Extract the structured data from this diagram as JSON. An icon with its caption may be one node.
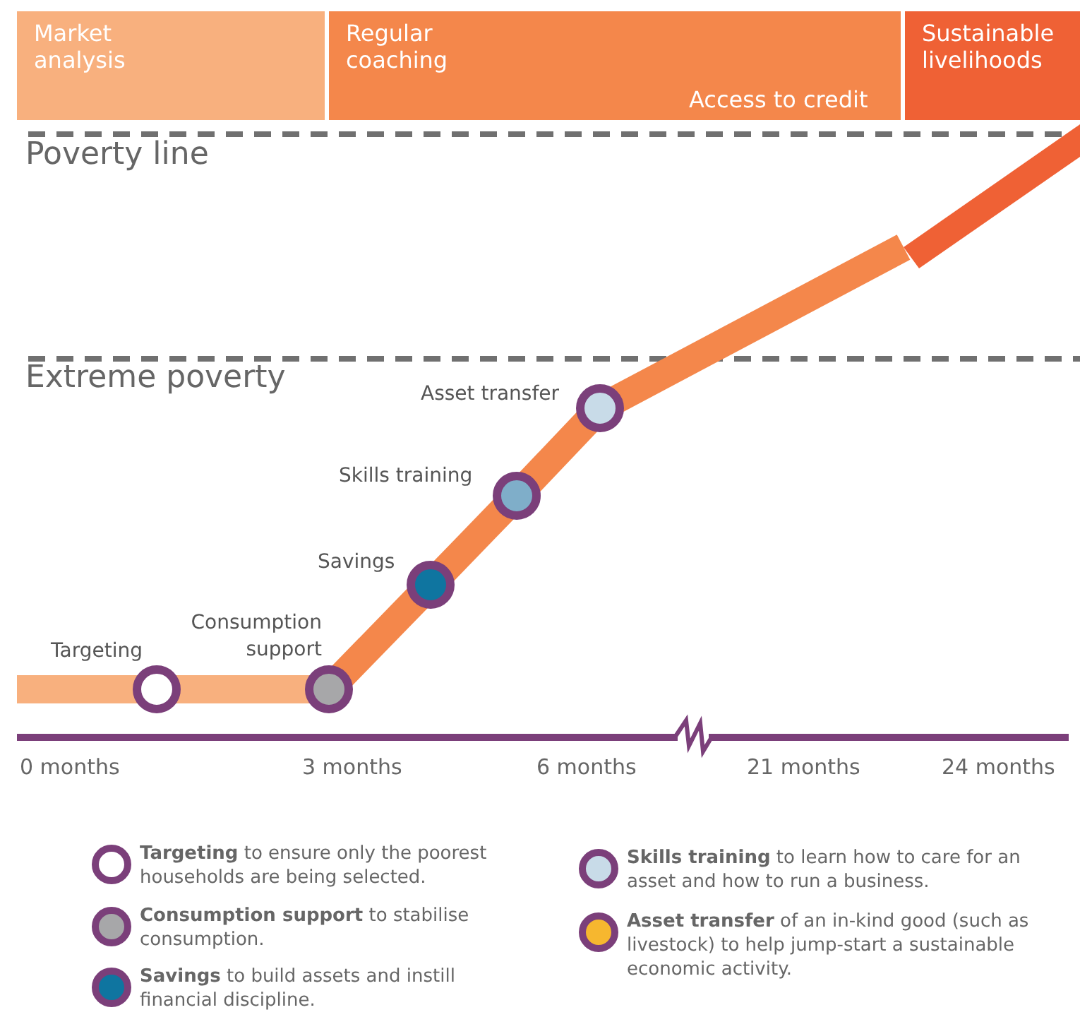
{
  "diagram": {
    "nodes": [
      {
        "text": [
          "Market analysis"
        ]
      },
      {
        "text": [
          "Regular coaching"
        ]
      },
      {
        "text": [
          "Sustainable livelihoods"
        ]
      },
      {
        "text": [],
        "shape": "circle",
        "beside": [
          "Targeting"
        ]
      },
      {
        "text": [],
        "shape": "circle",
        "beside": [
          "Consumption support"
        ]
      },
      {
        "text": [],
        "shape": "circle",
        "beside": [
          "Savings"
        ]
      },
      {
        "text": [],
        "shape": "circle",
        "beside": [
          "Skills training"
        ]
      },
      {
        "text": [],
        "shape": "circle",
        "beside": [
          "Asset transfer"
        ]
      }
    ],
    "edges": [
      {
        "from": null,
        "to": 3,
        "arrow": "none",
        "color": "#f8b07e"
      },
      {
        "from": 3,
        "to": 4,
        "arrow": "none",
        "color": "#f8b07e"
      },
      {
        "from": 4,
        "to": 5,
        "arrow": "none"
      },
      {
        "from": 5,
        "to": 6,
        "arrow": "none"
      },
      {
        "from": 6,
        "to": 7,
        "arrow": "none"
      },
      {
        "from": 7,
        "to": null,
        "arrow": "none"
      }
    ],
    "labels": [
      "Access to credit",
      "Poverty line",
      "Extreme poverty",
      "0 months",
      "3 months",
      "6 months",
      "21 months",
      "24 months"
    ],
    "legend": [
      {
        "text": "**Targeting** to ensure only the poorest households are being selected.",
        "color": "#ffffff"
      },
      {
        "text": "**Consumption support** to stabilise consumption.",
        "color": "#a7a7a9"
      },
      {
        "text": "**Savings** to build assets and instill financial discipline.",
        "color": "#0f75a0"
      },
      {
        "text": "**Skills training** to learn how to care for an asset and how to run a business.",
        "color": "#c8dbe8"
      },
      {
        "text": "**Asset transfer** of an in-kind good (such as livestock) to help jump-start a sustainable economic activity.",
        "color": "#f6b72f"
      }
    ]
  }
}
